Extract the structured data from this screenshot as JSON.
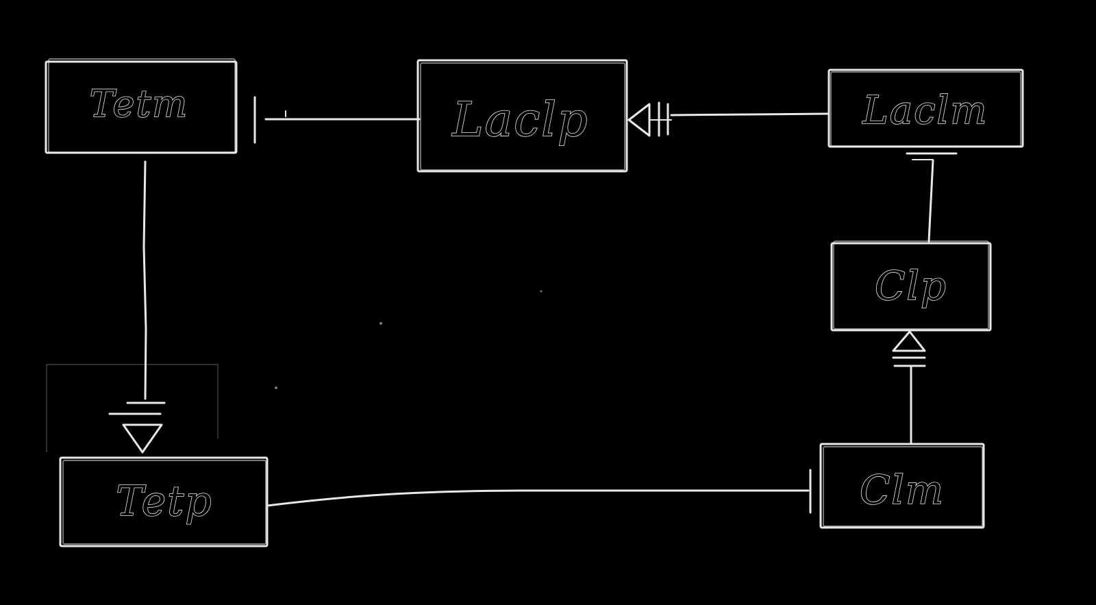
{
  "nodes": {
    "tetm": "Tetm",
    "laclp": "Laclp",
    "laclm": "Laclm",
    "clp": "Clp",
    "tetp": "Tetp",
    "clm": "Clm"
  },
  "colors": {
    "background": "#000000",
    "stroke": "#e8e8e8"
  }
}
